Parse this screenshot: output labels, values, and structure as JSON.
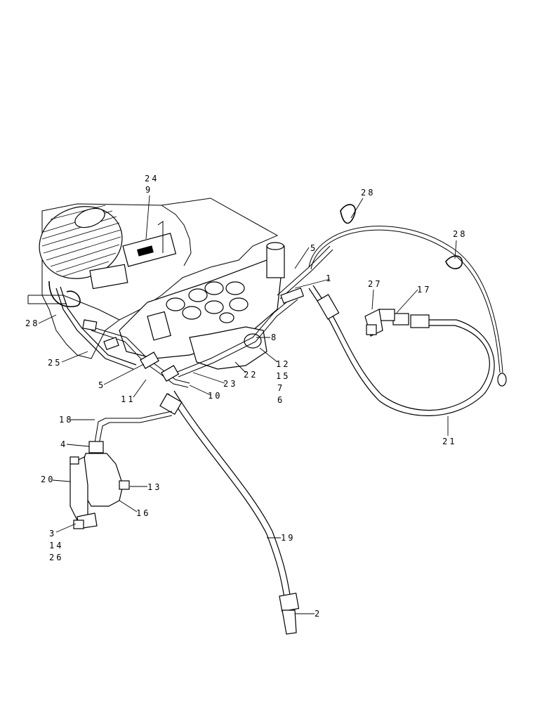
{
  "callouts": {
    "c1": "1",
    "c2": "2",
    "c3": "3",
    "c4": "4",
    "c5a": "5",
    "c5b": "5",
    "c6": "6",
    "c7": "7",
    "c8": "8",
    "c9": "9",
    "c10": "10",
    "c11": "11",
    "c12": "12",
    "c13": "13",
    "c14": "14",
    "c15": "15",
    "c16": "16",
    "c17": "17",
    "c18": "18",
    "c19": "19",
    "c20": "20",
    "c21": "21",
    "c22": "22",
    "c23": "23",
    "c24": "24",
    "c25": "25",
    "c26": "26",
    "c27": "27",
    "c28a": "28",
    "c28b": "28",
    "c28c": "28"
  }
}
